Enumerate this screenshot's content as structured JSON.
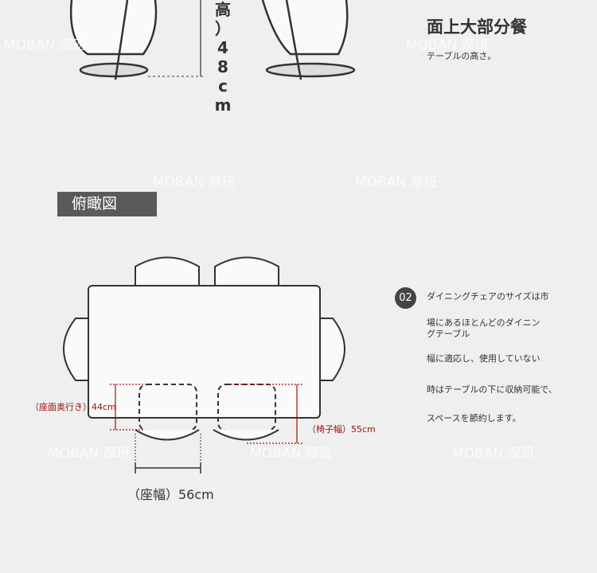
{
  "header": {
    "title": "面上大部分餐",
    "subtitle": "テーブルの高さ。"
  },
  "height_label": [
    "高",
    "）",
    "4",
    "8",
    "c",
    "m"
  ],
  "section": {
    "title": "俯瞰図"
  },
  "description": {
    "badge": "02",
    "lines": [
      "ダイニングチェアのサイズは市",
      "場にあるほとんどのダイニン\nグテーブル",
      "幅に適応し、使用していない",
      "時はテーブルの下に収納可能で、",
      "スペースを節約します。"
    ]
  },
  "dimensions": {
    "depth": "（座面奥行き）44cm",
    "chair_width": "（椅子幅）55cm",
    "seat_width": "（座幅）56cm"
  },
  "watermark": "MOBAN 摩班"
}
